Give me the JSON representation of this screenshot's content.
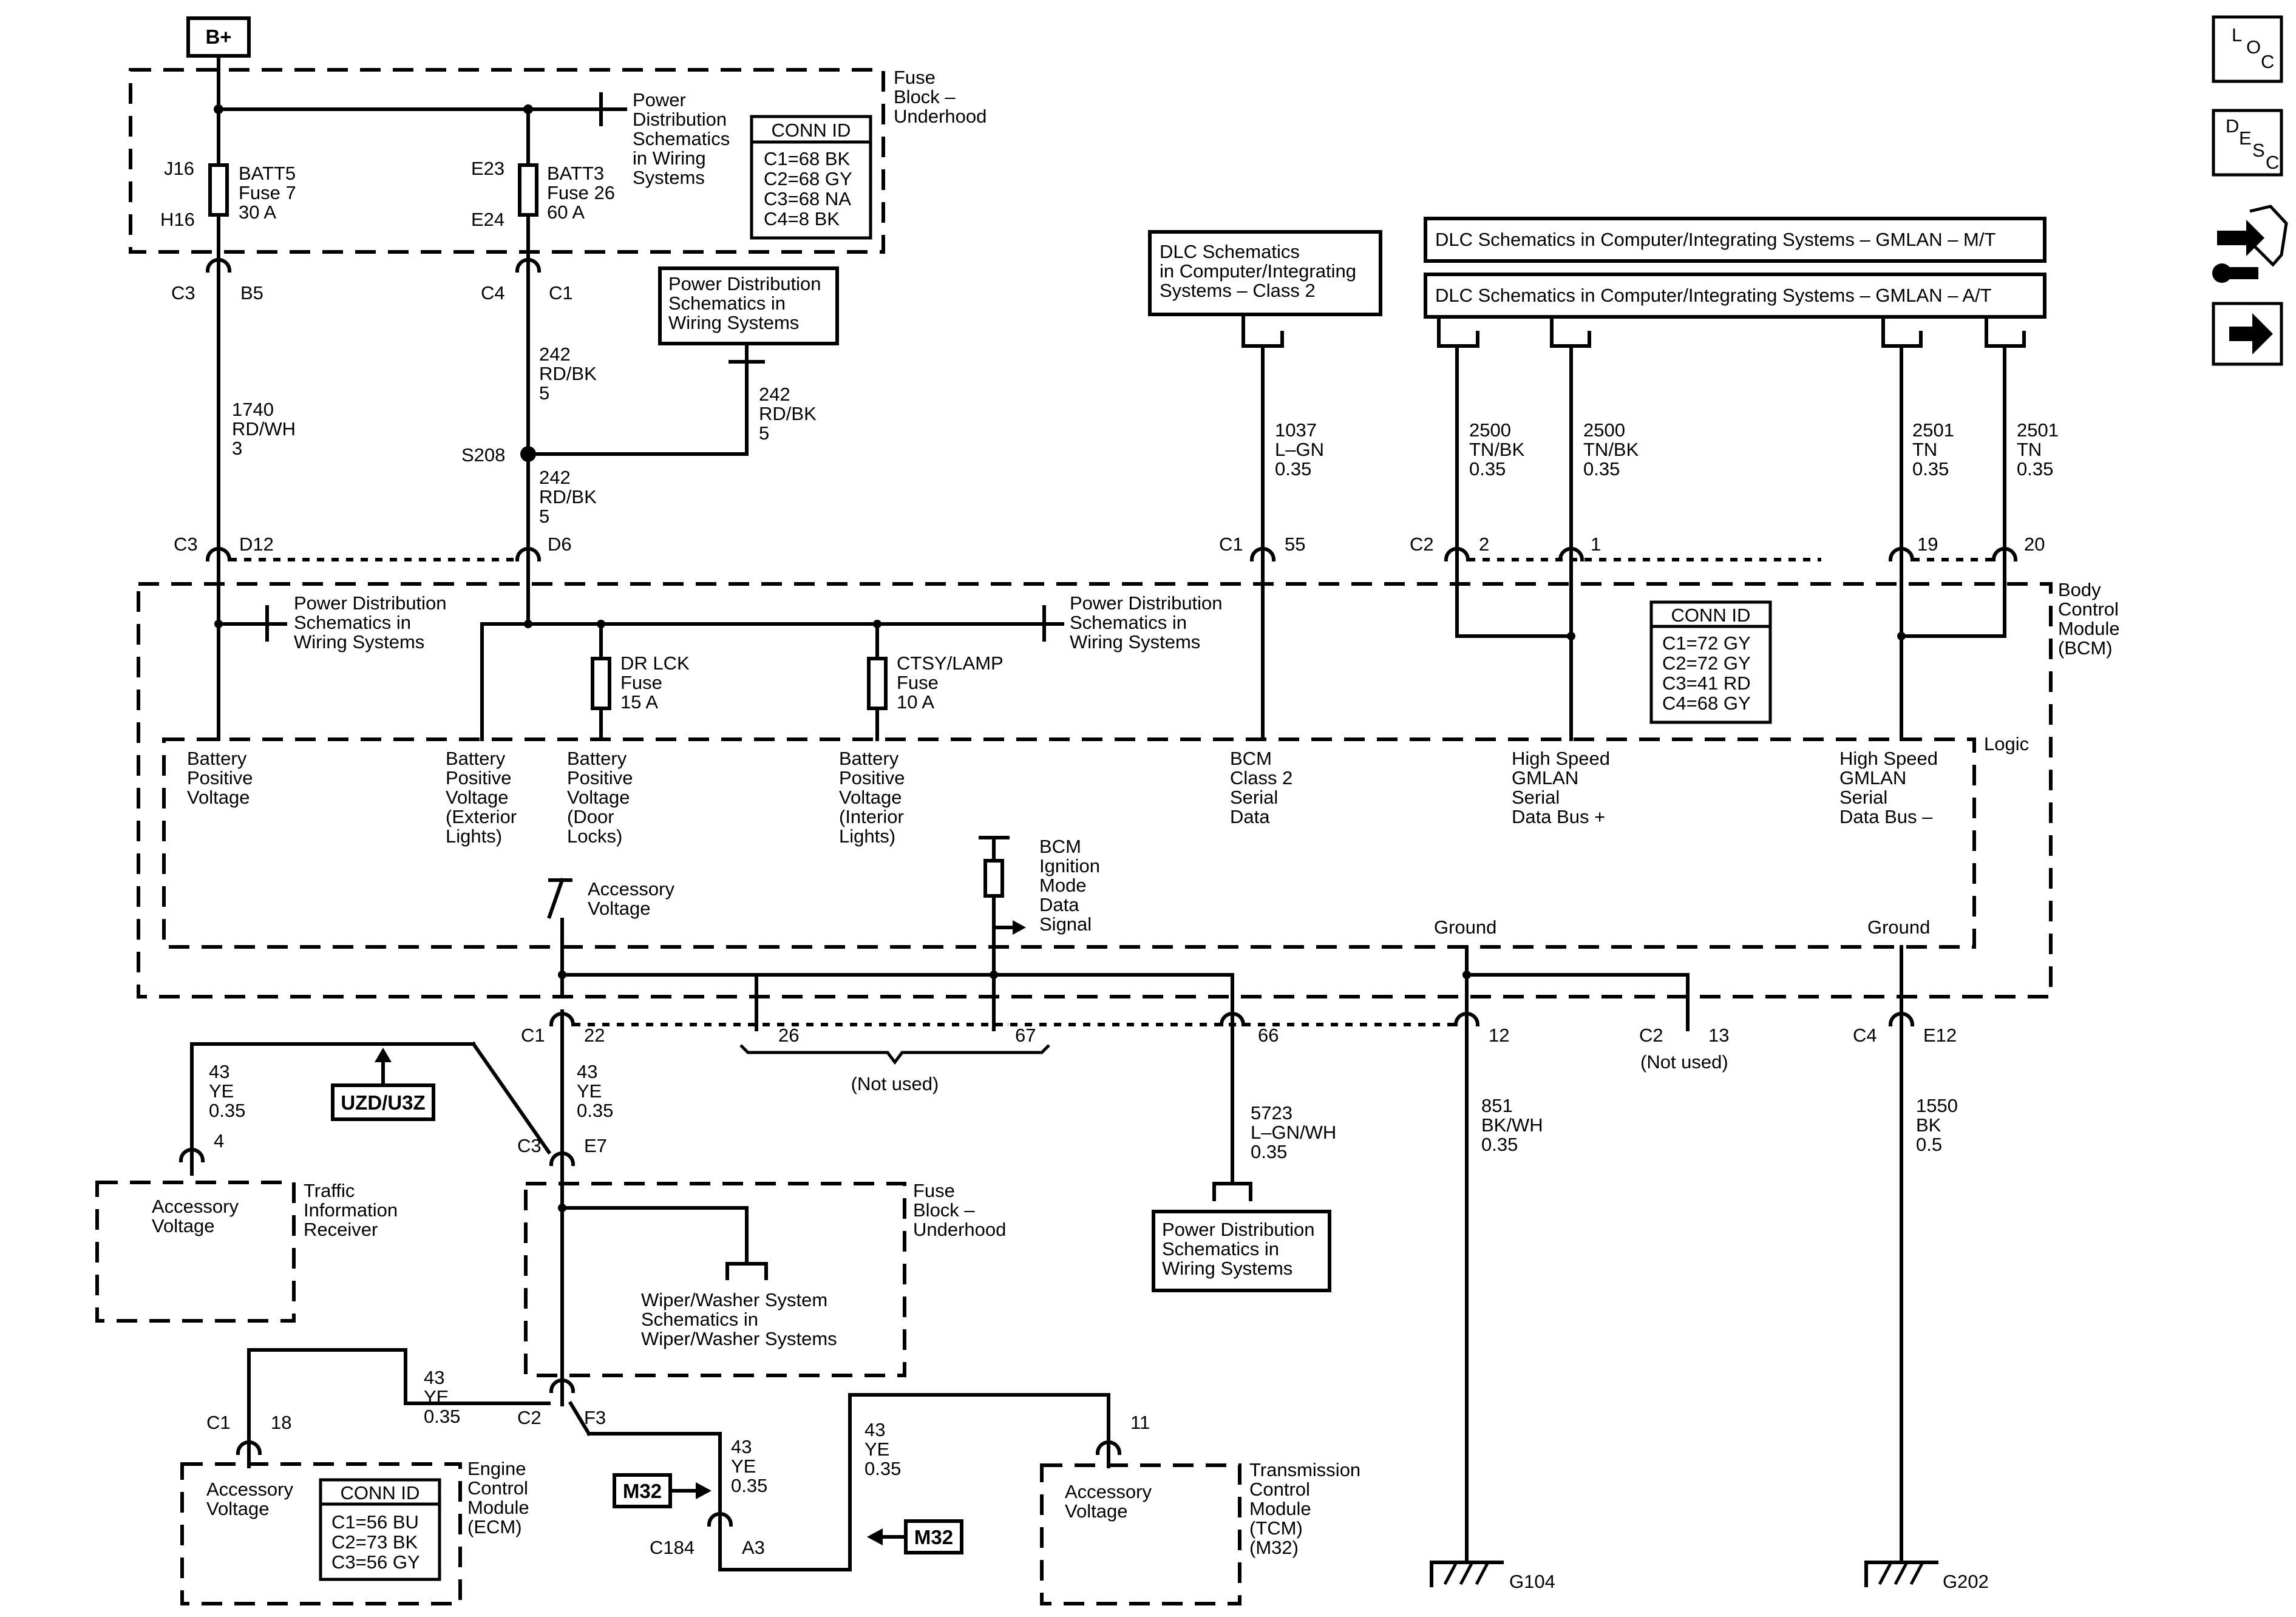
{
  "power": {
    "source": "B+"
  },
  "fuse_block_top": {
    "title": [
      "Fuse",
      "Block –",
      "Underhood"
    ]
  },
  "conn_id_fuse": {
    "title": "CONN ID",
    "rows": [
      "C1=68 BK",
      "C2=68 GY",
      "C3=68 NA",
      "C4=8 BK"
    ]
  },
  "conn_id_bcm": {
    "title": "CONN ID",
    "rows": [
      "C1=72 GY",
      "C2=72 GY",
      "C3=41 RD",
      "C4=68 GY"
    ]
  },
  "conn_id_ecm": {
    "title": "CONN ID",
    "rows": [
      "C1=56 BU",
      "C2=73 BK",
      "C3=56 GY"
    ]
  },
  "fuses": {
    "batt5": {
      "top_pin": "J16",
      "bottom_pin": "H16",
      "lines": [
        "BATT5",
        "Fuse 7",
        "30 A"
      ]
    },
    "batt3": {
      "top_pin": "E23",
      "bottom_pin": "E24",
      "lines": [
        "BATT3",
        "Fuse 26",
        "60 A"
      ]
    },
    "drlck": {
      "lines": [
        "DR LCK",
        "Fuse",
        "15 A"
      ]
    },
    "ctsy": {
      "lines": [
        "CTSY/LAMP",
        "Fuse",
        "10 A"
      ]
    }
  },
  "refs": {
    "pd_top": [
      "Power",
      "Distribution",
      "Schematics",
      "in Wiring",
      "Systems"
    ],
    "pd_box": [
      "Power Distribution",
      "Schematics in",
      "Wiring Systems"
    ],
    "pd_bcm_left": [
      "Power Distribution",
      "Schematics in",
      "Wiring Systems"
    ],
    "pd_bcm_right": [
      "Power Distribution",
      "Schematics in",
      "Wiring Systems"
    ],
    "pd_bottom": [
      "Power Distribution",
      "Schematics in",
      "Wiring Systems"
    ],
    "dlc_class2": [
      "DLC Schematics",
      "in Computer/Integrating",
      "Systems – Class 2"
    ],
    "dlc_mt": "DLC Schematics in Computer/Integrating Systems – GMLAN – M/T",
    "dlc_at": "DLC Schematics in Computer/Integrating Systems – GMLAN – A/T",
    "wiper": [
      "Wiper/Washer System",
      "Schematics in",
      "Wiper/Washer Systems"
    ]
  },
  "connectors": {
    "c3_b5": {
      "conn": "C3",
      "pin": "B5"
    },
    "c4_c1": {
      "conn": "C4",
      "pin": "C1"
    },
    "c3_d12": {
      "conn": "C3",
      "pin": "D12"
    },
    "d6": {
      "pin": "D6"
    },
    "c1_55": {
      "conn": "C1",
      "pin": "55"
    },
    "c2_2": {
      "conn": "C2",
      "pin": "2"
    },
    "p1": {
      "pin": "1"
    },
    "p19": {
      "pin": "19"
    },
    "p20": {
      "pin": "20"
    },
    "c1_22": {
      "conn": "C1",
      "pin": "22"
    },
    "p26": {
      "pin": "26"
    },
    "p67": {
      "pin": "67"
    },
    "p66": {
      "pin": "66"
    },
    "p12": {
      "pin": "12"
    },
    "c2_13": {
      "conn": "C2",
      "pin": "13"
    },
    "c4_e12": {
      "conn": "C4",
      "pin": "E12"
    },
    "c3_e7": {
      "conn": "C3",
      "pin": "E7"
    },
    "c2_f3": {
      "conn": "C2",
      "pin": "F3"
    },
    "c1_18": {
      "conn": "C1",
      "pin": "18"
    },
    "p4": {
      "pin": "4"
    },
    "p11": {
      "pin": "11"
    },
    "c184_a3": {
      "conn": "C184",
      "pin": "A3"
    }
  },
  "splice": "S208",
  "not_used": "(Not used)",
  "wires": {
    "w1740": [
      "1740",
      "RD/WH",
      "3"
    ],
    "w242a": [
      "242",
      "RD/BK",
      "5"
    ],
    "w242b": [
      "242",
      "RD/BK",
      "5"
    ],
    "w242c": [
      "242",
      "RD/BK",
      "5"
    ],
    "w1037": [
      "1037",
      "L–GN",
      "0.35"
    ],
    "w2500a": [
      "2500",
      "TN/BK",
      "0.35"
    ],
    "w2500b": [
      "2500",
      "TN/BK",
      "0.35"
    ],
    "w2501a": [
      "2501",
      "TN",
      "0.35"
    ],
    "w2501b": [
      "2501",
      "TN",
      "0.35"
    ],
    "w43_tir": [
      "43",
      "YE",
      "0.35"
    ],
    "w43_c1": [
      "43",
      "YE",
      "0.35"
    ],
    "w43_ecm": [
      "43",
      "YE",
      "0.35"
    ],
    "w43_c184": [
      "43",
      "YE",
      "0.35"
    ],
    "w43_tcm": [
      "43",
      "YE",
      "0.35"
    ],
    "w5723": [
      "5723",
      "L–GN/WH",
      "0.35"
    ],
    "w851": [
      "851",
      "BK/WH",
      "0.35"
    ],
    "w1550": [
      "1550",
      "BK",
      "0.5"
    ]
  },
  "bcm": {
    "title": [
      "Body",
      "Control",
      "Module",
      "(BCM)"
    ],
    "logic": "Logic",
    "bpv1": [
      "Battery",
      "Positive",
      "Voltage"
    ],
    "bpv_ext": [
      "Battery",
      "Positive",
      "Voltage",
      "(Exterior",
      "Lights)"
    ],
    "bpv_door": [
      "Battery",
      "Positive",
      "Voltage",
      "(Door",
      "Locks)"
    ],
    "bpv_int": [
      "Battery",
      "Positive",
      "Voltage",
      "(Interior",
      "Lights)"
    ],
    "class2": [
      "BCM",
      "Class 2",
      "Serial",
      "Data"
    ],
    "gmlan_plus": [
      "High Speed",
      "GMLAN",
      "Serial",
      "Data Bus +"
    ],
    "gmlan_minus": [
      "High Speed",
      "GMLAN",
      "Serial",
      "Data Bus –"
    ],
    "accessory": [
      "Accessory",
      "Voltage"
    ],
    "ignition": [
      "BCM",
      "Ignition",
      "Mode",
      "Data",
      "Signal"
    ],
    "ground1": "Ground",
    "ground2": "Ground"
  },
  "modules": {
    "tir": {
      "inner": [
        "Accessory",
        "Voltage"
      ],
      "title": [
        "Traffic",
        "Information",
        "Receiver"
      ]
    },
    "fuse_block_bottom": {
      "title": [
        "Fuse",
        "Block –",
        "Underhood"
      ]
    },
    "ecm": {
      "inner": [
        "Accessory",
        "Voltage"
      ],
      "title": [
        "Engine",
        "Control",
        "Module",
        "(ECM)"
      ]
    },
    "tcm": {
      "inner": [
        "Accessory",
        "Voltage"
      ],
      "title": [
        "Transmission",
        "Control",
        "Module",
        "(TCM)",
        "(M32)"
      ]
    }
  },
  "options": {
    "uzd": "UZD/U3Z",
    "m32a": "M32",
    "m32b": "M32"
  },
  "grounds": {
    "g104": "G104",
    "g202": "G202"
  },
  "side_icons": {
    "loc": [
      "L",
      "O",
      "C"
    ],
    "desc": [
      "D",
      "E",
      "S",
      "C"
    ],
    "connector_icon": "connector-tool-icon",
    "next_icon": "arrow-right-icon"
  }
}
